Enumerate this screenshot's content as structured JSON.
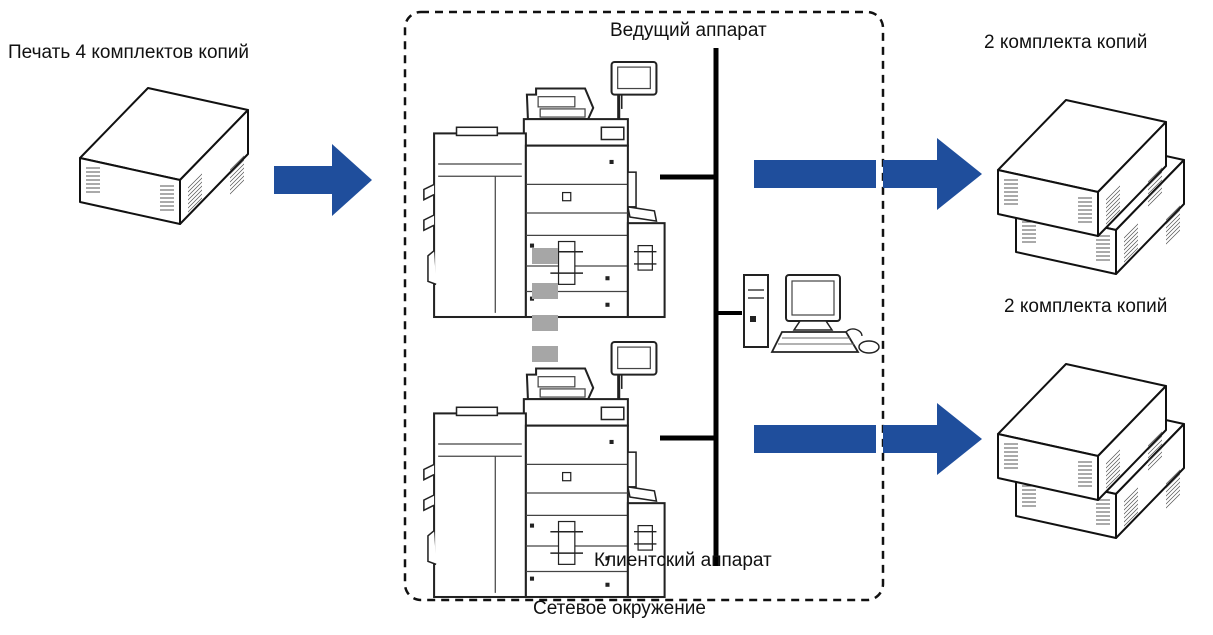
{
  "labels": {
    "source": "Печать 4 комплектов копий",
    "master": "Ведущий аппарат",
    "client": "Клиентский аппарат",
    "network": "Сетевое окружение",
    "output_top": "2 комплекта копий",
    "output_bottom": "2 комплекта копий"
  },
  "colors": {
    "arrow": "#1f4e9c",
    "link": "#a6a6a6",
    "line": "#000000"
  },
  "icons": [
    "paper-stack-icon",
    "arrow-right-icon",
    "printer-icon",
    "computer-icon"
  ]
}
